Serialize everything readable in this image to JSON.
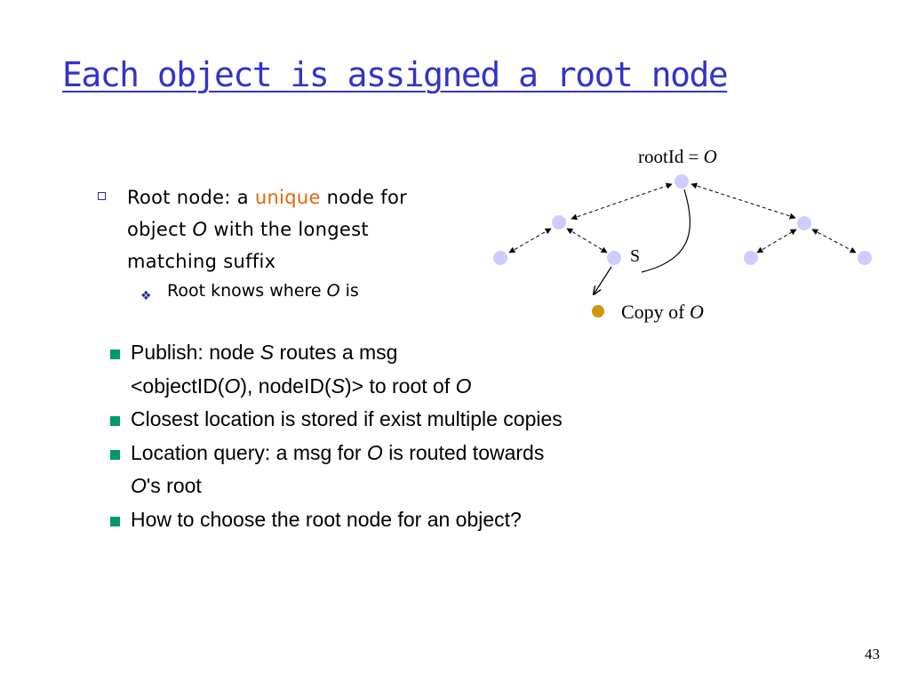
{
  "title": "Each object is assigned a root node",
  "bullet1": {
    "pre": "Root node: a ",
    "highlight": "unique",
    "post": " node for",
    "line2_pre": "object ",
    "line2_italic": "O",
    "line2_post": " with the longest",
    "line3": "matching suffix"
  },
  "sub_bullet": {
    "pre": "Root knows where ",
    "italic": "O",
    "post": " is"
  },
  "main_bullets": {
    "item1": {
      "pre": "Publish: node ",
      "italic_s": "S",
      "post": " routes a msg",
      "line2_a": "<objectID(",
      "line2_o": "O",
      "line2_b": "), nodeID(",
      "line2_s": "S",
      "line2_c": ")> to root of ",
      "line2_o2": "O"
    },
    "item2": "Closest location is stored if exist multiple copies",
    "item3": {
      "pre": "Location query: a msg for ",
      "italic": "O",
      "post": " is routed towards",
      "line2_italic": "O",
      "line2_post": "'s root"
    },
    "item4": "How to choose the root node for an object?"
  },
  "diagram": {
    "root_label": "rootId = ",
    "root_label_italic": "O",
    "s_label": "S",
    "legend_label": "Copy of ",
    "legend_label_italic": "O",
    "colors": {
      "node": "#ccccff",
      "copy_node": "#cc9900",
      "edge": "#000000"
    }
  },
  "page_number": "43",
  "colors": {
    "title": "#3333cc",
    "highlight": "#e4670d",
    "bullet_square": "#009966",
    "sub_bullet_mark": "#2a2aa8"
  }
}
